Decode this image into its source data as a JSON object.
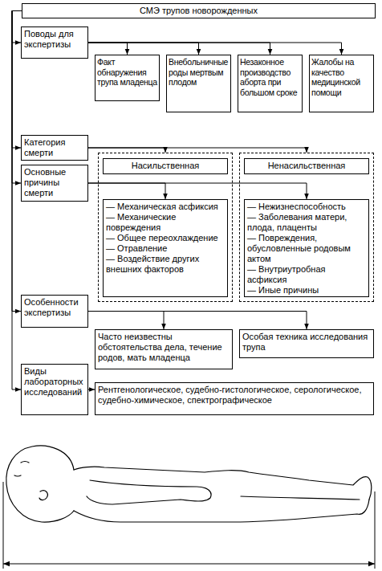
{
  "diagram": {
    "nodes": [
      {
        "text": [
          "СМЭ трупов новорожденных"
        ]
      },
      {
        "text": [
          "Поводы для экспертизы"
        ]
      },
      {
        "text": [
          "Факт обнаружения трупа младенца"
        ]
      },
      {
        "text": [
          "Внебольничные роды мертвым плодом"
        ]
      },
      {
        "text": [
          "Незаконное производство аборта при большом сроке"
        ]
      },
      {
        "text": [
          "Жалобы на качество медицинской помощи"
        ]
      },
      {
        "text": [
          "Категория смерти"
        ]
      },
      {
        "text": []
      },
      {
        "text": [
          "Насильственная"
        ],
        "in": 7
      },
      {
        "text": []
      },
      {
        "text": [
          "Ненасильственная"
        ],
        "in": 9
      },
      {
        "text": [
          "Основные причины смерти"
        ]
      },
      {
        "text": [
          "— Механическая асфиксия",
          "— Механические повреждения",
          "— Общее переохлаждение",
          "— Отравление",
          "— Воздействие других внешних факторов"
        ],
        "in": 7
      },
      {
        "text": [
          "— Нежизнеспособность",
          "— Заболевания матери, плода, плаценты",
          "— Повреждения, обусловленные родовым актом",
          "— Внутриутробная асфиксия",
          "— Иные причины"
        ],
        "in": 9
      },
      {
        "text": [
          "Особенности экспертизы"
        ]
      },
      {
        "text": [
          "Часто неизвестны обстоятельства дела, течение родов, мать младенца"
        ]
      },
      {
        "text": [
          "Особая техника исследования трупа"
        ]
      },
      {
        "text": [
          "Виды лабораторных исследований"
        ]
      },
      {
        "text": [
          "Рентгенологическое, судебно-гистологическое, серологическое, судебно-химическое, спектрографическое"
        ]
      }
    ],
    "edges": [
      {
        "from": 0,
        "to": 1,
        "arrow": "to"
      },
      {
        "from": 0,
        "to": 6,
        "arrow": "to"
      },
      {
        "from": 0,
        "to": 11,
        "arrow": "to"
      },
      {
        "from": 0,
        "to": 14,
        "arrow": "to"
      },
      {
        "from": 0,
        "to": 17,
        "arrow": "to"
      },
      {
        "from": 1,
        "to": 2,
        "arrow": "to"
      },
      {
        "from": 1,
        "to": 3,
        "arrow": "to"
      },
      {
        "from": 1,
        "to": 4,
        "arrow": "to"
      },
      {
        "from": 1,
        "to": 5,
        "arrow": "to"
      },
      {
        "from": 6,
        "to": 7,
        "arrow": "to"
      },
      {
        "from": 6,
        "to": 9,
        "arrow": "to"
      },
      {
        "from": 11,
        "to": 12,
        "arrow": "to"
      },
      {
        "from": 11,
        "to": 13,
        "arrow": "to"
      },
      {
        "from": 14,
        "to": 15,
        "arrow": "to"
      },
      {
        "from": 14,
        "to": 16,
        "arrow": "to"
      },
      {
        "from": 17,
        "to": 18,
        "arrow": "to"
      }
    ]
  }
}
